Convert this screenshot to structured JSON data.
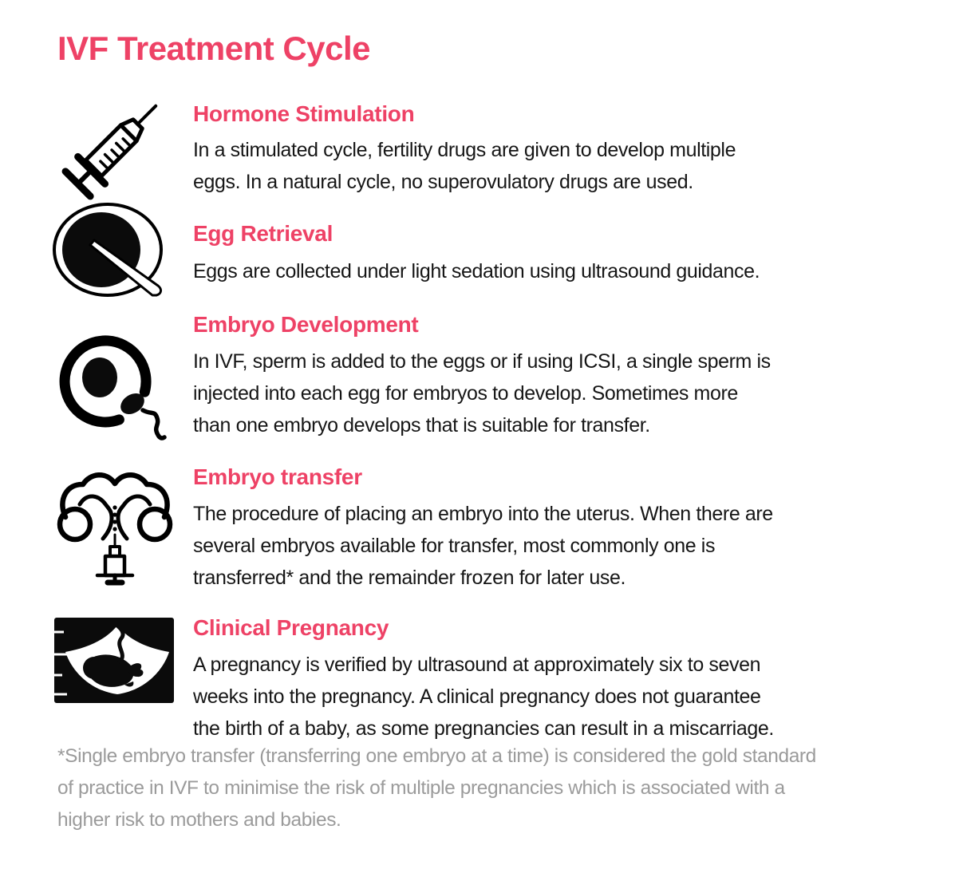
{
  "title": "IVF Treatment Cycle",
  "colors": {
    "accent_pink": "#ee4266",
    "body_text": "#161616",
    "footnote_gray": "#9b9b9b",
    "icon_black": "#000000",
    "background": "#ffffff"
  },
  "sections": [
    {
      "icon": "syringe-icon",
      "heading": "Hormone Stimulation",
      "body": "In a stimulated cycle, fertility drugs are given to develop multiple\neggs. In a natural cycle, no superovulatory drugs are used."
    },
    {
      "icon": "egg-retrieval-dish-needle-icon",
      "heading": "Egg Retrieval",
      "body": "Eggs are collected under light sedation using ultrasound guidance."
    },
    {
      "icon": "egg-and-sperm-icon",
      "heading": "Embryo Development",
      "body": "In IVF, sperm is added to the eggs or if using ICSI, a single sperm is\ninjected into each egg for embryos to develop. Sometimes more\nthan one embryo develops that is suitable for transfer."
    },
    {
      "icon": "uterus-catheter-syringe-icon",
      "heading": "Embryo transfer",
      "body": "The procedure of placing an embryo into the uterus. When there are\nseveral embryos available for transfer, most commonly one is\ntransferred* and the remainder frozen for later use."
    },
    {
      "icon": "ultrasound-fetus-icon",
      "heading": "Clinical Pregnancy",
      "body": "A pregnancy is verified by ultrasound at approximately six to seven\nweeks into the pregnancy. A clinical pregnancy does not guarantee\nthe birth of a baby, as some pregnancies can result in a miscarriage."
    }
  ],
  "footnote": "*Single embryo transfer (transferring one embryo at a time) is considered the gold standard\nof practice in IVF to minimise the risk of multiple pregnancies which is associated with a\nhigher risk to mothers and babies."
}
